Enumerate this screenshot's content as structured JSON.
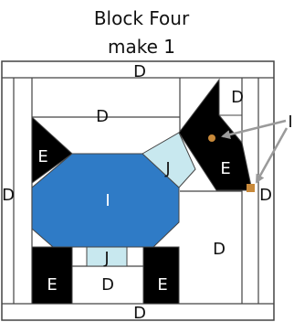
{
  "title": "Block Four",
  "subtitle": "make 1",
  "labels": {
    "D": "D",
    "E": "E",
    "I": "I",
    "J": "J"
  },
  "colors": {
    "fabric_D": "#ffffff",
    "fabric_E": "#000000",
    "fabric_I": "#2f7bc6",
    "fabric_J": "#c8e8ef",
    "seam": "#444444",
    "eye": "#c8893a",
    "callout_arrow": "#9a9a9a"
  },
  "icons": {
    "eye": "circle-eye-icon",
    "nose": "square-nose-icon"
  }
}
